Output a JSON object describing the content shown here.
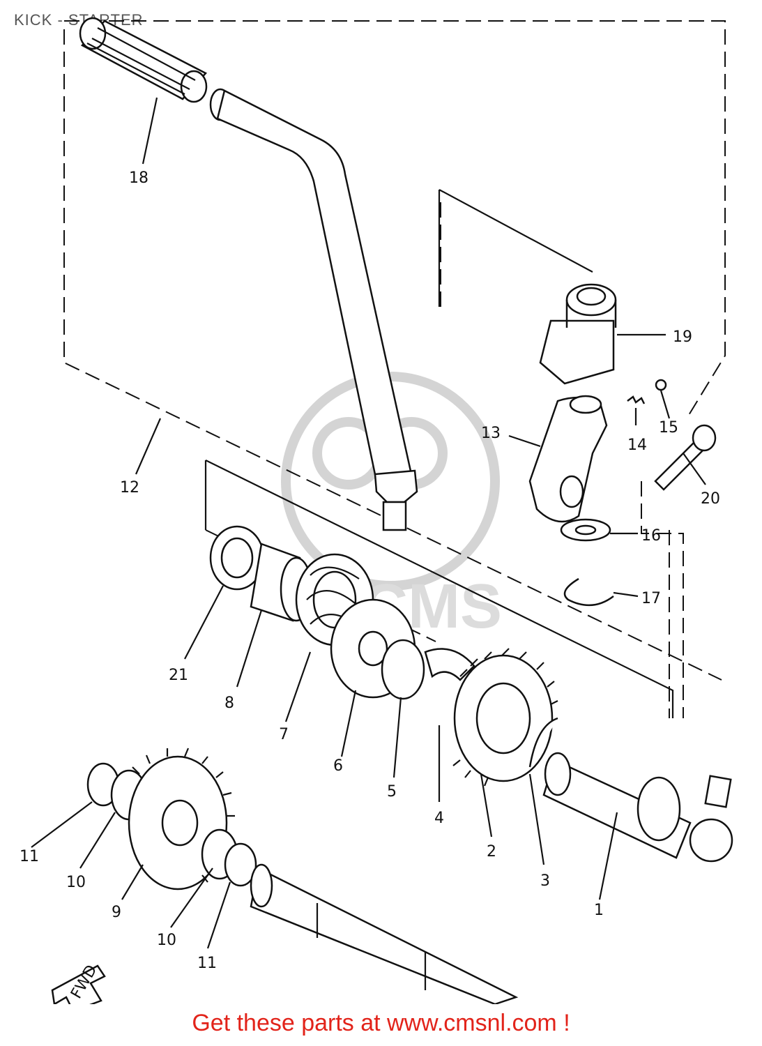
{
  "title": "KICK - STARTER",
  "footer": "Get these parts at www.cmsnl.com !",
  "watermark": {
    "text": "CMS",
    "color": "#d4d4d4"
  },
  "arrow_label": "FWD",
  "colors": {
    "line": "#111111",
    "footer": "#e2231a",
    "title": "#555555"
  },
  "callouts": [
    {
      "id": "c18",
      "label": "18"
    },
    {
      "id": "c19",
      "label": "19"
    },
    {
      "id": "c13",
      "label": "13"
    },
    {
      "id": "c14",
      "label": "14"
    },
    {
      "id": "c15",
      "label": "15"
    },
    {
      "id": "c20",
      "label": "20"
    },
    {
      "id": "c12",
      "label": "12"
    },
    {
      "id": "c16",
      "label": "16"
    },
    {
      "id": "c17",
      "label": "17"
    },
    {
      "id": "c21",
      "label": "21"
    },
    {
      "id": "c8",
      "label": "8"
    },
    {
      "id": "c7",
      "label": "7"
    },
    {
      "id": "c6",
      "label": "6"
    },
    {
      "id": "c5",
      "label": "5"
    },
    {
      "id": "c4",
      "label": "4"
    },
    {
      "id": "c2",
      "label": "2"
    },
    {
      "id": "c3",
      "label": "3"
    },
    {
      "id": "c1",
      "label": "1"
    },
    {
      "id": "c11a",
      "label": "11"
    },
    {
      "id": "c10a",
      "label": "10"
    },
    {
      "id": "c9",
      "label": "9"
    },
    {
      "id": "c10b",
      "label": "10"
    },
    {
      "id": "c11b",
      "label": "11"
    }
  ]
}
